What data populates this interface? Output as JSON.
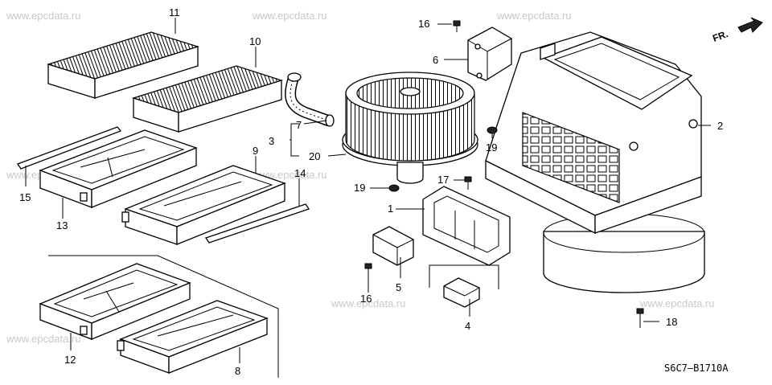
{
  "watermark": "www.epcdata.ru",
  "diagram_code": "S6C7—B1710A",
  "direction_label": "FR.",
  "callouts": {
    "c1": "1",
    "c2": "2",
    "c3": "3",
    "c4": "4",
    "c5": "5",
    "c6": "6",
    "c7": "7",
    "c8": "8",
    "c9": "9",
    "c10": "10",
    "c11": "11",
    "c12": "12",
    "c13": "13",
    "c14": "14",
    "c15": "15",
    "c16a": "16",
    "c16b": "16",
    "c17": "17",
    "c18": "18",
    "c19a": "19",
    "c19b": "19",
    "c20": "20"
  }
}
